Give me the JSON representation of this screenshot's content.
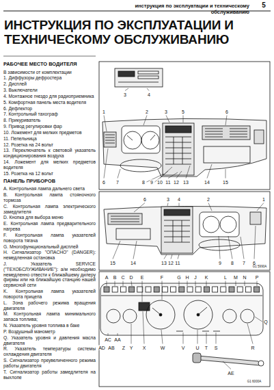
{
  "diagram": {
    "title": "ИНСТРУКЦИЯ ПО ЭКСПЛУАТАЦИИ И ТЕХНИЧЕСКОМУ ОБСЛУЖИВАНИЮ",
    "labels": [
      "инструкция по эксплуатации и техническому обслуживанию",
      "5",
      "РАБОЧЕЕ МЕСТО ВОДИТЕЛЯ",
      "В зависимости от комплектации",
      "1. Диффузоры дефростера",
      "2. Дисплей",
      "3. Выключатели",
      "4. Монтажное гнездо для радиоприемника",
      "5. Комфортная панель места водителя",
      "6. Дефлектор",
      "7. Контрольный тахограф",
      "8. Прикуриватель",
      "9. Привод регулировки фар",
      "10. Ложемент для мелких предметов",
      "11. Пепельница",
      "12. Розетка на 24 вольт",
      "13. Переключатель к световой указатель кондиционирования воздуха",
      "14. Ложемент для мелких предметов водителя",
      "15. Розетка на 12 вольт",
      "ПАНЕЛЬ ПРИБОРОВ",
      "A. Контрольная лампа дальнего света",
      "B. Контрольная лампа стояночного тормоза",
      "C. Контрольная лампа электрического замедлителя",
      "D. Кнопка для выбора меню",
      "E. Контрольная лампа предварительного нагрева",
      "F. Контрольная лампа указателей поворота тягача",
      "G. Многофункциональный дисплей",
      "H. Сигнализатор \"ОПАСНО\" (DANGER): немедленная остановка",
      "J. Указатель SERVICE (\"ТЕХОБСЛУЖИВАНИЕ\"): а/м необходимо немедленно отвести к ближайшему дилеру фирмы или на ближайшую станцию нашей сервисной сети",
      "K. Контрольная лампа указателей поворота прицепа",
      "L. Зона рабочего режима вращения двигателя",
      "M. Контрольная лампа минимального запаса топлива;",
      "N. Указатель уровня топлива в баке",
      "P. Воздушный манометр",
      "Q. Указатель уровня и давления масла двигателя",
      "R. Указатель температуры системы охлаждения двигателя",
      "S. Сигнализатор преувеличенного режима работы двигателя",
      "T. Сигнализатор работы замедлителя на выхлопе",
      "3",
      "4",
      "1",
      "2",
      "3",
      "5",
      "6",
      "6",
      "7",
      "8",
      "9",
      "10",
      "11",
      "12",
      "13",
      "14",
      "15",
      "6",
      "3",
      "4",
      "2",
      "1",
      "15",
      "14",
      "13",
      "12",
      "11",
      "9",
      "8",
      "7",
      "6",
      "G1 5990A",
      "A",
      "B",
      "C",
      "D",
      "E",
      "F",
      "G",
      "H",
      "J",
      "K",
      "L",
      "M",
      "N",
      "P",
      "Q",
      "AC",
      "AA",
      "AD",
      "AB",
      "Z",
      "Y",
      "X",
      "W",
      "V",
      "U",
      "T",
      "S",
      "R",
      "AE",
      "G1 6000A"
    ]
  }
}
